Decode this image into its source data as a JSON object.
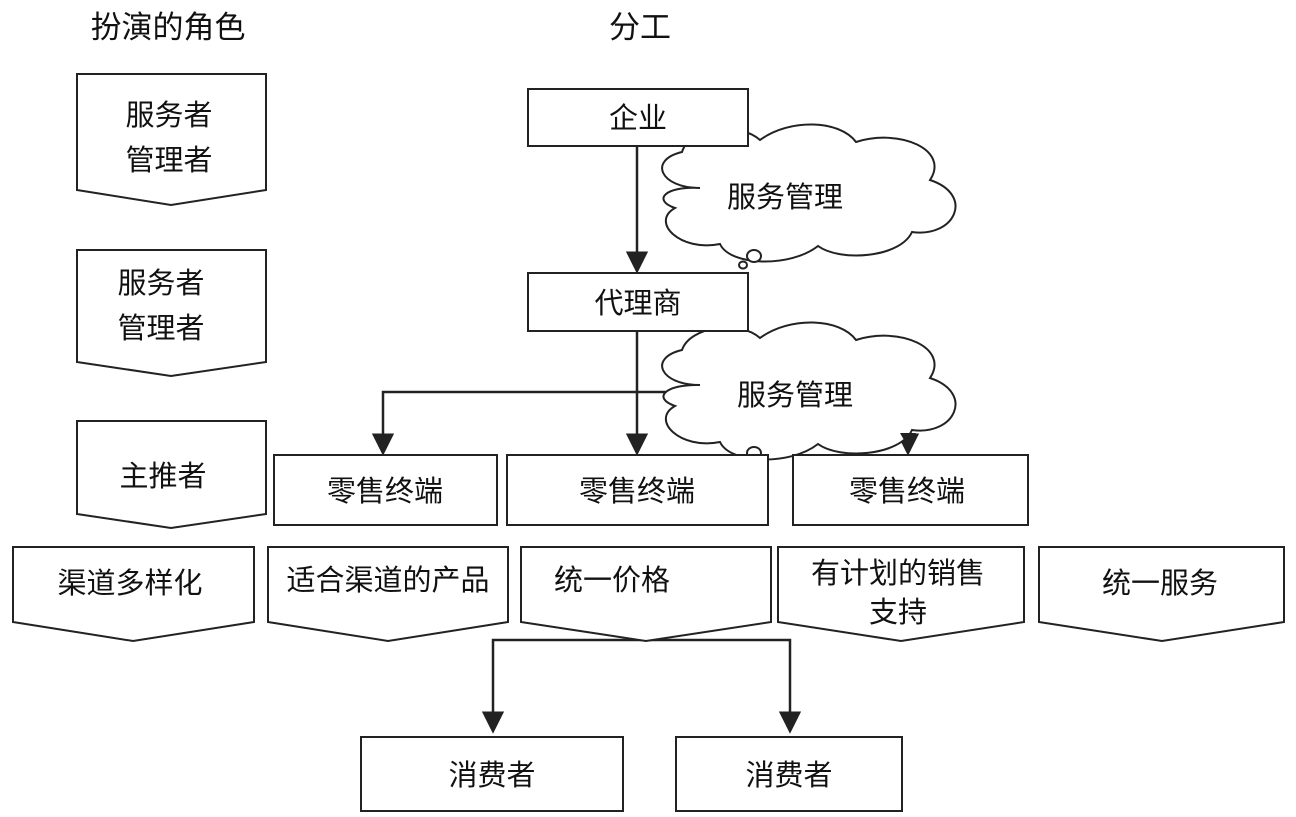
{
  "headers": {
    "roles": "扮演的角色",
    "division": "分工"
  },
  "roles": [
    {
      "line1": "服务者",
      "line2": "管理者"
    },
    {
      "line1": "服务者",
      "line2": "管理者"
    },
    {
      "line1": "主推者"
    }
  ],
  "nodes": {
    "enterprise": "企业",
    "agent": "代理商",
    "terminal_left": "零售终端",
    "terminal_center": "零售终端",
    "terminal_right": "零售终端",
    "consumer_left": "消费者",
    "consumer_right": "消费者"
  },
  "clouds": {
    "upper": "服务管理",
    "lower": "服务管理"
  },
  "strategies": [
    {
      "line1": "渠道多样化"
    },
    {
      "line1": "适合渠道的产品"
    },
    {
      "line1": "统一价格"
    },
    {
      "line1": "有计划的销售",
      "line2": "支持"
    },
    {
      "line1": "统一服务"
    }
  ],
  "colors": {
    "stroke": "#222222",
    "fill": "#ffffff",
    "text": "#111111"
  }
}
